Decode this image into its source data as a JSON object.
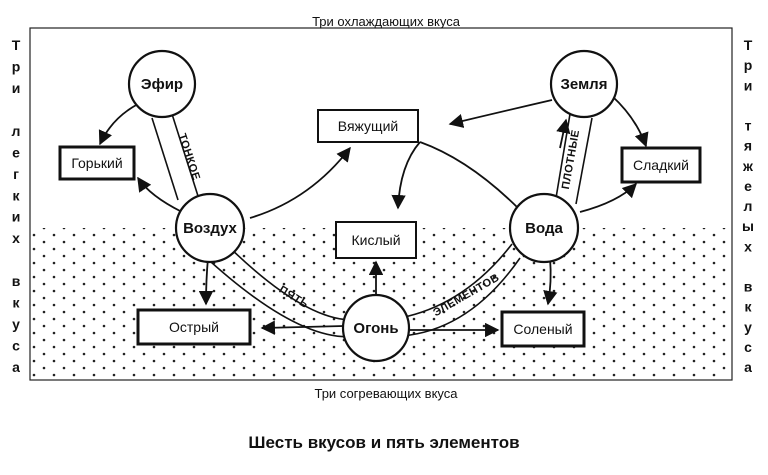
{
  "caption": "Шесть вкусов и пять элементов",
  "top_label": "Три охлаждающих вкуса",
  "bottom_label": "Три согревающих вкуса",
  "left_side_label": "Три легких вкуса",
  "right_side_label": "Три тяжелых вкуса",
  "elements": {
    "ether": "Эфир",
    "earth": "Земля",
    "air": "Воздух",
    "water": "Вода",
    "fire": "Огонь"
  },
  "tastes": {
    "bitter": "Горький",
    "astringent": "Вяжущий",
    "sweet": "Сладкий",
    "sour": "Кислый",
    "pungent": "Острый",
    "salty": "Соленый"
  },
  "edge_labels": {
    "subtle": "ТОНКОЕ",
    "dense": "ПЛОТНЫЕ",
    "five": "ПЯТЬ",
    "elements": "ЭЛЕМЕНТОВ"
  }
}
